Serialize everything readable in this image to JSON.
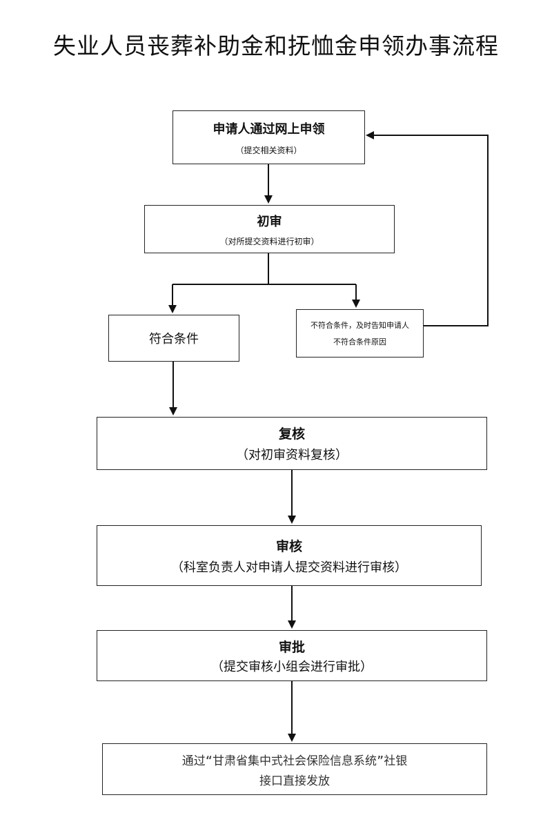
{
  "title": "失业人员丧葬补助金和抚恤金申领办事流程",
  "nodes": {
    "apply": {
      "label": "申请人通过网上申领",
      "note": "（提交相关资料）"
    },
    "initial_review": {
      "label": "初审",
      "note": "（对所提交资料进行初审）"
    },
    "qualified": {
      "label": "符合条件"
    },
    "unqualified": {
      "line1": "不符合条件，及时告知申请人",
      "line2": "不符合条件原因"
    },
    "recheck": {
      "label": "复核",
      "note": "（对初审资料复核）"
    },
    "audit": {
      "label": "审核",
      "note": "（科室负责人对申请人提交资料进行审核）"
    },
    "approve": {
      "label": "审批",
      "note": "（提交审核小组会进行审批）"
    },
    "disburse": {
      "line1": "通过“甘肃省集中式社会保险信息系统”社银",
      "line2": "接口直接发放"
    }
  }
}
